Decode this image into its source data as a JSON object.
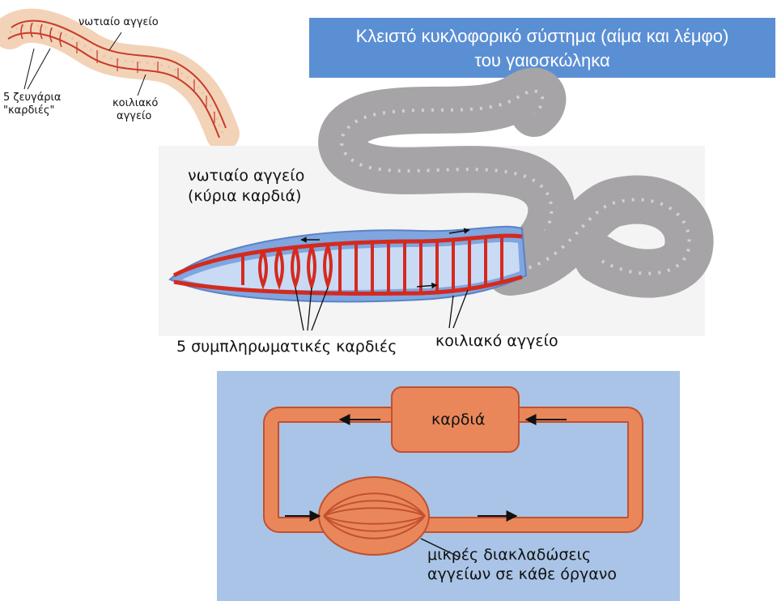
{
  "title": {
    "line1": "Κλειστό κυκλοφορικό σύστημα (αίμα και λέμφο)",
    "line2": "του γαιοσκώληκα"
  },
  "small_figure": {
    "dorsal_vessel": "νωτιαίο αγγείο",
    "hearts_line1": "5 ζευγάρια",
    "hearts_line2": "\"καρδιές\"",
    "ventral_line1": "κοιλιακό",
    "ventral_line2": "αγγείο"
  },
  "worm_figure": {
    "dorsal_line1": "νωτιαίο αγγείο",
    "dorsal_line2": "(κύρια καρδιά)",
    "hearts": "5 συμπληρωματικές καρδιές",
    "ventral": "κοιλιακό αγγείο"
  },
  "circuit": {
    "heart": "καρδιά",
    "capillaries_line1": "μικρές διακλαδώσεις",
    "capillaries_line2": "αγγείων σε κάθε όργανο"
  },
  "colors": {
    "title_bg": "#5b8fd4",
    "vessel_red": "#d42a1e",
    "circuit_orange": "#e9875a",
    "circuit_bg": "#a9c4e6",
    "worm_gray": "#b8b6b8",
    "worm_blue": "#7fa6e0"
  }
}
